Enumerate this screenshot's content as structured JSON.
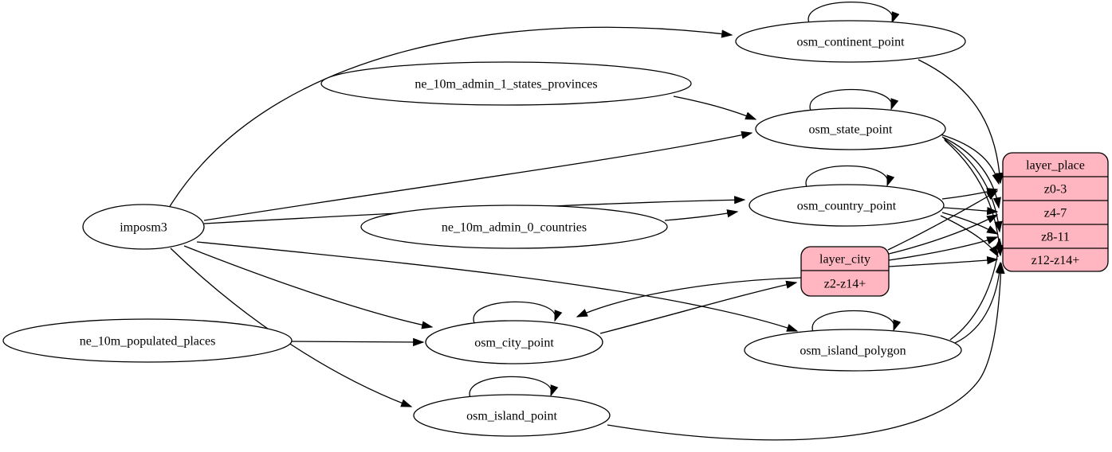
{
  "diagram": {
    "accent_color": "#ffb6c1",
    "line_color": "#000000",
    "background_color": "#ffffff"
  },
  "nodes": [
    {
      "id": "imposm3",
      "label": "imposm3",
      "type": "ellipse"
    },
    {
      "id": "ne_10m_admin_1_states_provinces",
      "label": "ne_10m_admin_1_states_provinces",
      "type": "ellipse"
    },
    {
      "id": "ne_10m_admin_0_countries",
      "label": "ne_10m_admin_0_countries",
      "type": "ellipse"
    },
    {
      "id": "ne_10m_populated_places",
      "label": "ne_10m_populated_places",
      "type": "ellipse"
    },
    {
      "id": "osm_continent_point",
      "label": "osm_continent_point",
      "type": "ellipse"
    },
    {
      "id": "osm_state_point",
      "label": "osm_state_point",
      "type": "ellipse"
    },
    {
      "id": "osm_country_point",
      "label": "osm_country_point",
      "type": "ellipse"
    },
    {
      "id": "osm_city_point",
      "label": "osm_city_point",
      "type": "ellipse"
    },
    {
      "id": "osm_island_polygon",
      "label": "osm_island_polygon",
      "type": "ellipse"
    },
    {
      "id": "osm_island_point",
      "label": "osm_island_point",
      "type": "ellipse"
    },
    {
      "id": "layer_city",
      "label": "layer_city",
      "type": "record",
      "fill": "#ffb6c1",
      "fields": [
        "z2-z14+"
      ]
    },
    {
      "id": "layer_place",
      "label": "layer_place",
      "type": "record",
      "fill": "#ffb6c1",
      "fields": [
        "z0-3",
        "z4-7",
        "z8-11",
        "z12-z14+"
      ]
    }
  ],
  "edges": [
    {
      "from": "imposm3",
      "to": "osm_continent_point"
    },
    {
      "from": "imposm3",
      "to": "osm_state_point"
    },
    {
      "from": "imposm3",
      "to": "osm_country_point"
    },
    {
      "from": "imposm3",
      "to": "osm_city_point"
    },
    {
      "from": "imposm3",
      "to": "osm_island_polygon"
    },
    {
      "from": "imposm3",
      "to": "osm_island_point"
    },
    {
      "from": "ne_10m_admin_1_states_provinces",
      "to": "osm_state_point"
    },
    {
      "from": "ne_10m_admin_0_countries",
      "to": "osm_country_point"
    },
    {
      "from": "ne_10m_populated_places",
      "to": "osm_city_point"
    },
    {
      "from": "osm_continent_point",
      "to": "osm_continent_point"
    },
    {
      "from": "osm_state_point",
      "to": "osm_state_point"
    },
    {
      "from": "osm_country_point",
      "to": "osm_country_point"
    },
    {
      "from": "osm_city_point",
      "to": "osm_city_point"
    },
    {
      "from": "osm_island_polygon",
      "to": "osm_island_polygon"
    },
    {
      "from": "osm_island_point",
      "to": "osm_island_point"
    },
    {
      "from": "osm_continent_point",
      "to": "layer_place",
      "field": "z0-3"
    },
    {
      "from": "osm_state_point",
      "to": "layer_place",
      "field": "z0-3"
    },
    {
      "from": "osm_state_point",
      "to": "layer_place",
      "field": "z4-7"
    },
    {
      "from": "osm_state_point",
      "to": "layer_place",
      "field": "z8-11"
    },
    {
      "from": "osm_state_point",
      "to": "layer_place",
      "field": "z12-z14+"
    },
    {
      "from": "osm_country_point",
      "to": "layer_place",
      "field": "z0-3"
    },
    {
      "from": "osm_country_point",
      "to": "layer_place",
      "field": "z4-7"
    },
    {
      "from": "osm_country_point",
      "to": "layer_place",
      "field": "z8-11"
    },
    {
      "from": "osm_country_point",
      "to": "layer_place",
      "field": "z12-z14+"
    },
    {
      "from": "osm_city_point",
      "to": "layer_city",
      "field": "z2-z14+"
    },
    {
      "from": "layer_city",
      "to": "osm_city_point"
    },
    {
      "from": "layer_city",
      "to": "layer_place",
      "field": "z0-3"
    },
    {
      "from": "layer_city",
      "to": "layer_place",
      "field": "z4-7"
    },
    {
      "from": "layer_city",
      "to": "layer_place",
      "field": "z8-11"
    },
    {
      "from": "layer_city",
      "to": "layer_place",
      "field": "z12-z14+"
    },
    {
      "from": "osm_island_polygon",
      "to": "layer_place",
      "field": "z8-11"
    },
    {
      "from": "osm_island_polygon",
      "to": "layer_place",
      "field": "z12-z14+"
    },
    {
      "from": "osm_island_point",
      "to": "layer_place",
      "field": "z12-z14+"
    }
  ]
}
